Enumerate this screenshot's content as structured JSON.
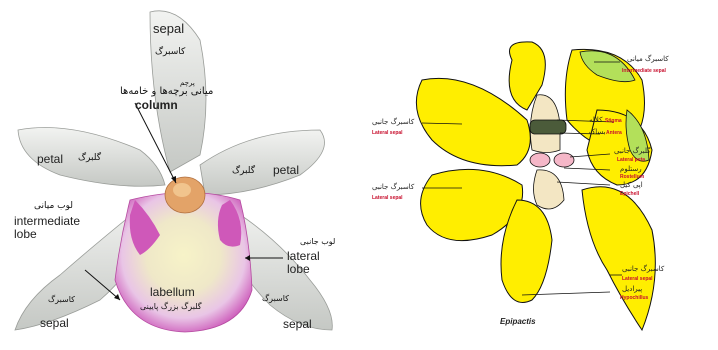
{
  "left_diagram": {
    "labels": {
      "sepal_top": "sepal",
      "sepal_top_fa": "کاسبرگ",
      "column_fa": "میانی برچه‌ها و خامه‌ها",
      "column_fa_small": "پرچم",
      "column": "column",
      "petal_left": "petal",
      "petal_left_fa": "گلبرگ",
      "petal_right": "petal",
      "petal_right_fa": "گلبرگ",
      "intermediate_fa": "لوب میانی",
      "intermediate_lobe": "intermediate\nlobe",
      "lateral_fa": "لوب جانبی",
      "lateral_lobe": "lateral\nlobe",
      "labellum": "labellum",
      "labellum_fa": "گلبرگ بزرگ پایینی",
      "sepal_left_fa": "کاسبرگ",
      "sepal_left": "sepal",
      "sepal_right_fa": "کاسبرگ",
      "sepal_right": "sepal"
    }
  },
  "right_diagram": {
    "caption": "Epipactis",
    "labels": [
      {
        "fa": "کاسبرگ میانی",
        "en": "Intermediate sepal"
      },
      {
        "fa": "کلاله",
        "en": "Stigma"
      },
      {
        "fa": "بساک",
        "en": "Antera"
      },
      {
        "fa": "گلبرگ جانبی",
        "en": "Lateral peta"
      },
      {
        "fa": "رستلوم",
        "en": "Rostellum"
      },
      {
        "fa": "اپی کیل",
        "en": "Epichell"
      },
      {
        "fa": "کاسبرگ جانبی",
        "en": "Lateral sepal"
      },
      {
        "fa": "پیرادیل",
        "en": "Hypochillus"
      },
      {
        "fa": "کاسبرگ جانبی",
        "en": "Lateral sepal"
      },
      {
        "fa": "کاسبرگ جانبی",
        "en": "Lateral sepal"
      }
    ]
  },
  "colors": {
    "petal_white": "#e9ebe8",
    "petal_shade": "#b9bcb8",
    "labellum_pink": "#d55bbf",
    "labellum_cream": "#f4f0c4",
    "column_orange": "#e3a368",
    "yellow": "#ffee00",
    "green": "#b3e05a",
    "red_label": "#c8102e"
  }
}
